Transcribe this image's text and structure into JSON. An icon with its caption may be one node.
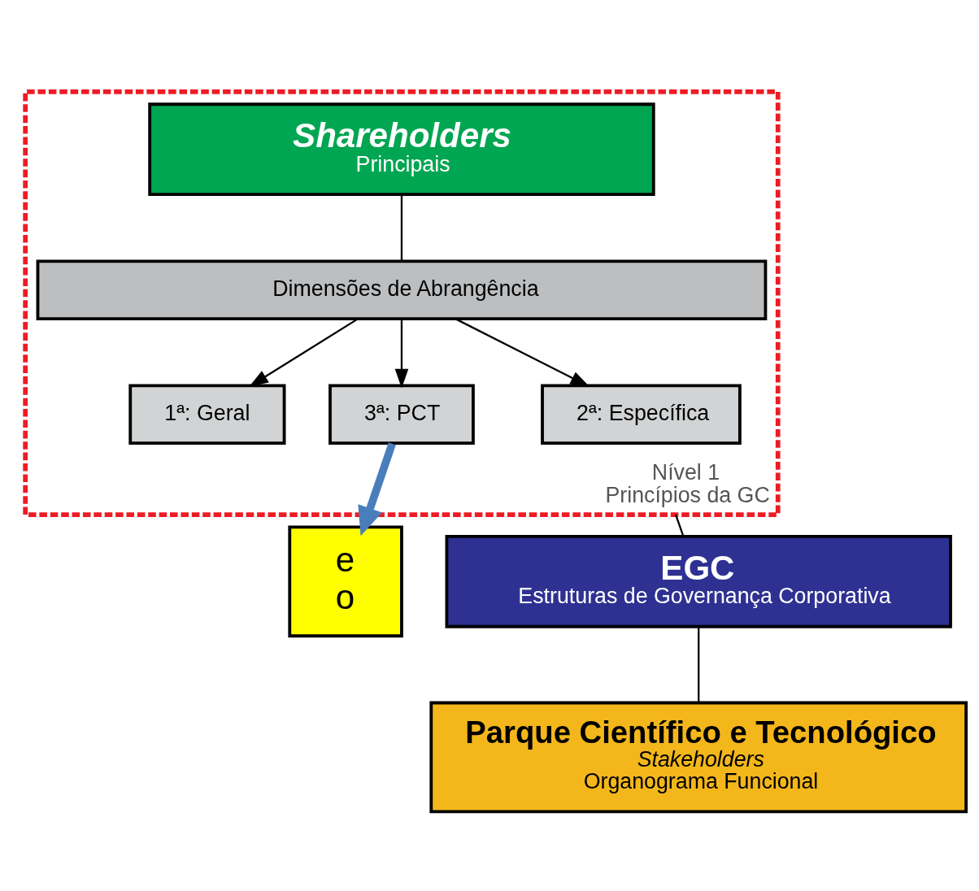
{
  "diagram": {
    "nodes": [
      {
        "text": [
          "Nível 1",
          "Princípios da GC"
        ]
      },
      {
        "text": [
          "Shareholders",
          "Principais"
        ],
        "in": 0
      },
      {
        "text": [
          "Dimensões de Abrangência"
        ],
        "in": 0
      },
      {
        "text": [
          "1ª: Geral"
        ],
        "in": 0
      },
      {
        "text": [
          "2ª: Específica"
        ],
        "in": 0
      },
      {
        "text": [
          "3ª: PCT"
        ],
        "in": 0
      },
      {
        "text": [
          "EGC",
          "Estruturas de Governança Corporativa"
        ]
      },
      {
        "text": [
          "Parque Científico e Tecnológico",
          "Stakeholders",
          "Organograma Funcional"
        ]
      },
      {
        "text": [
          "e",
          "o"
        ]
      }
    ],
    "edges": [
      {
        "from": 1,
        "to": 2,
        "arrow": "none"
      },
      {
        "from": 2,
        "to": 3,
        "arrow": "to"
      },
      {
        "from": 2,
        "to": 4,
        "arrow": "to"
      },
      {
        "from": 2,
        "to": 5,
        "arrow": "to"
      },
      {
        "from": 0,
        "to": 6,
        "arrow": "none"
      },
      {
        "from": 6,
        "to": 7,
        "arrow": "none"
      },
      {
        "from": 5,
        "to": 8,
        "arrow": "to",
        "style": "thick",
        "color": "#4a7ebb"
      }
    ]
  }
}
